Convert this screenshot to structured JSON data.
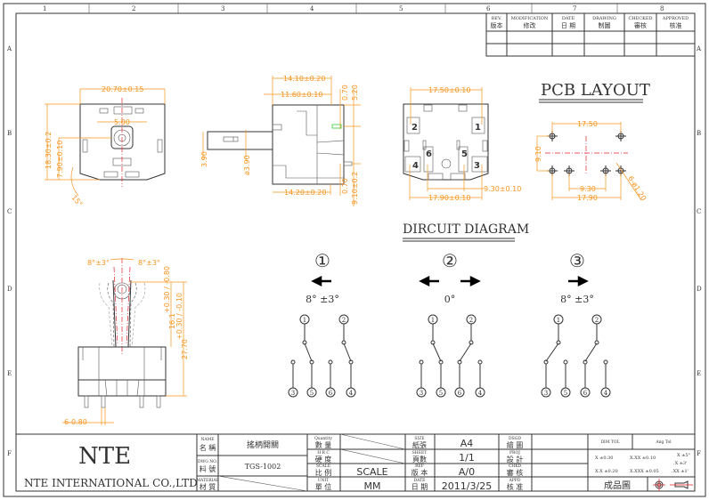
{
  "border": {
    "columns": [
      "1",
      "2",
      "3",
      "4",
      "5",
      "6",
      "7",
      "8"
    ],
    "rows": [
      "A",
      "B",
      "C",
      "D",
      "E",
      "F"
    ]
  },
  "revision_table": {
    "headers": [
      {
        "en": "REV.",
        "zh": "版本"
      },
      {
        "en": "MODIFICATION",
        "zh": "修改"
      },
      {
        "en": "DATE",
        "zh": "日 期"
      },
      {
        "en": "DRAWING",
        "zh": "制圖"
      },
      {
        "en": "CHECKED",
        "zh": "審核"
      },
      {
        "en": "APPROVED",
        "zh": "核准"
      }
    ]
  },
  "front_view": {
    "width_dim": "20.70±0.15",
    "height_dim": "18.30±0.2",
    "offset_dim": "7.90±0.10",
    "pitch_dim": "5.00",
    "angle_dim": "15°"
  },
  "side_view": {
    "top_dim": "14.10±0.20",
    "mid_dim": "11.60±0.10",
    "bottom_dim": "14.20±0.20",
    "pin_top_1": "0.70",
    "pin_top_2": "5.20",
    "pin_bottom_1": "0.70",
    "pin_bottom_2": "9.10±0.2",
    "shaft_len": "3.90",
    "shaft_dia": "ø3.90"
  },
  "bottom_view": {
    "top_dim": "17.50±0.10",
    "inner_dim": "9.30±0.10",
    "bottom_dim": "17.90±0.10",
    "pins": [
      "1",
      "2",
      "3",
      "4",
      "5",
      "6"
    ]
  },
  "pcb_layout": {
    "title": "PCB LAYOUT",
    "top_dim": "17.50",
    "height_dim": "9.10",
    "inner_dim": "9.30",
    "bottom_dim": "17.90",
    "hole_dim": "6-ø1.20"
  },
  "lever_view": {
    "left_angle": "8°±3°",
    "right_angle": "8°±3°",
    "lever_dim": "16.1",
    "lever_tol": "+0.30 / -0.80",
    "total_dim": "27.70",
    "total_tol": "+0.30 / -0.10",
    "pin_dim": "6-0.80"
  },
  "circuit_diagram": {
    "title": "DIRCUIT DIAGRAM",
    "positions": [
      {
        "number": "①",
        "arrows": [
          "left"
        ],
        "angle": "8°  ±3°",
        "connections": [
          [
            "1",
            "5"
          ],
          [
            "2",
            "4"
          ]
        ]
      },
      {
        "number": "②",
        "arrows": [
          "left",
          "right"
        ],
        "angle": "0°",
        "connections": [
          [
            "1",
            "5"
          ],
          [
            "2",
            "6"
          ]
        ]
      },
      {
        "number": "③",
        "arrows": [
          "right"
        ],
        "angle": "8°  ±3°",
        "connections": [
          [
            "1",
            "3"
          ],
          [
            "2",
            "6"
          ]
        ]
      }
    ],
    "top_terminals": [
      "1",
      "2"
    ],
    "bottom_terminals": [
      "3",
      "5",
      "6",
      "4"
    ]
  },
  "title_block": {
    "company_logo": "NTE",
    "company_name": "NTE INTERNATIONAL CO.,LTD",
    "name_label_en": "NAME",
    "name_label_zh": "名 稱",
    "name_value": "搖柄開關",
    "dwg_label_en": "DWG NO.",
    "dwg_label_zh": "料 號",
    "dwg_value": "TGS-1002",
    "material_label_en": "MATERIAL",
    "material_label_zh": "材 質",
    "quantity_label_en": "Quantity",
    "quantity_label_zh": "數 量",
    "hrc_label_en": "H R C",
    "hrc_label_zh": "硬 度",
    "scale_label_en": "SCALE",
    "scale_label_zh": "比 例",
    "scale_value": "SCALE",
    "unit_label_en": "UNIT",
    "unit_label_zh": "單 位",
    "unit_value": "MM",
    "size_label_en": "SIZE",
    "size_label_zh": "紙張",
    "size_value": "A4",
    "sheet_label_en": "SHEET",
    "sheet_label_zh": "頁數",
    "sheet_value": "1/1",
    "ref_label_en": "REF",
    "ref_label_zh": "版 本",
    "ref_value": "A/0",
    "date_label_en": "DATE",
    "date_label_zh": "日 期",
    "date_value": "2011/3/25",
    "dsgd_label_en": "DSGD",
    "dsgd_label_zh": "繪 圖",
    "proj_label_en": "PROJ",
    "proj_label_zh": "設 計",
    "chkd_label_en": "CHKD",
    "chkd_label_zh": "審 核",
    "appd_label_en": "APPD",
    "appd_label_zh": "核 准",
    "dim_tol": "DIM TOL",
    "ang_tol": "Ang Tol",
    "tol_x": "X  ±0.30",
    "tol_xxx": "X.XX  ±0.10",
    "tol_xx": "X.X  ±0.20",
    "tol_xxxx": "X.XXX ±0.05",
    "ang_x": "X   ±5°",
    "ang_xx": ".X   ±3'",
    "ang_xxx": ".XX  ±1'",
    "finished_label": "成品圖"
  },
  "colors": {
    "dimension": "#f7941d",
    "centerline": "#e8202a",
    "line": "#333333"
  }
}
